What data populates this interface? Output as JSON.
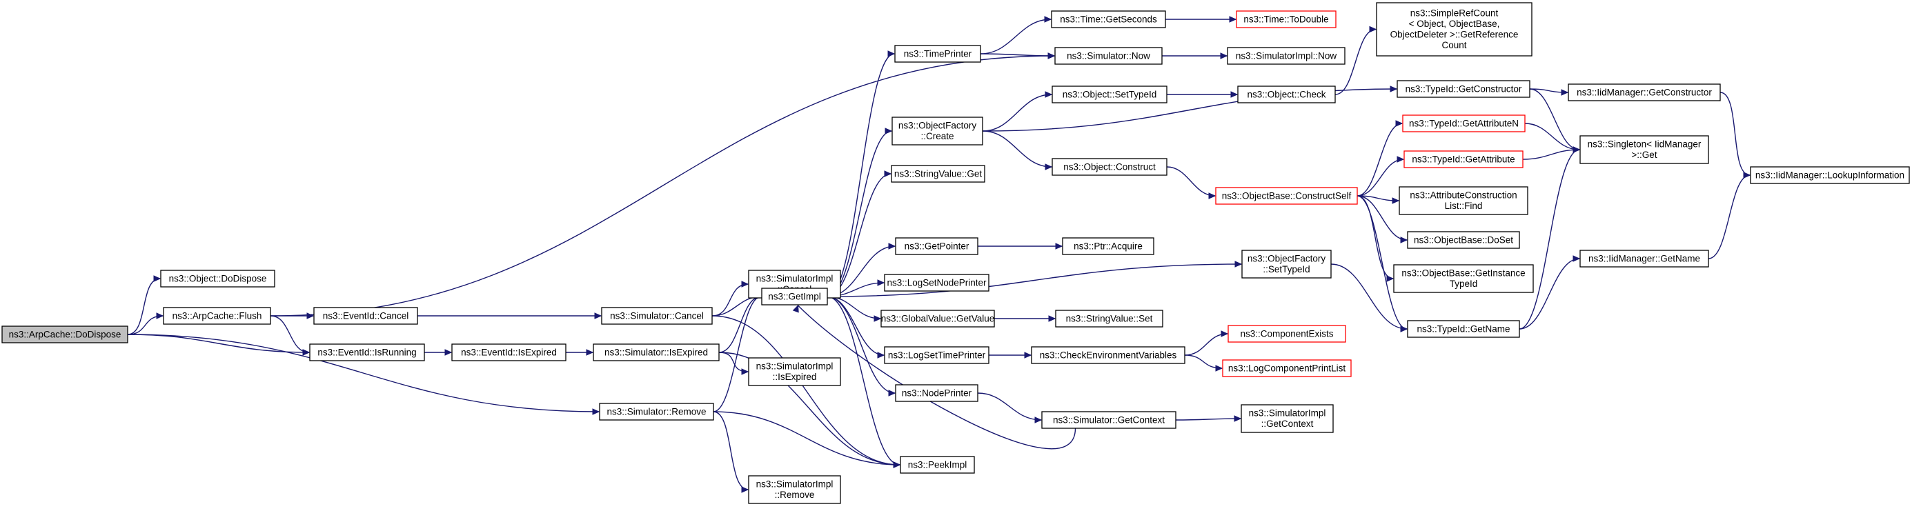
{
  "nodes": [
    {
      "id": "n_root",
      "lines": [
        "ns3::ArpCache::DoDispose"
      ],
      "style": "root"
    },
    {
      "id": "n_objdispose",
      "lines": [
        "ns3::Object::DoDispose"
      ]
    },
    {
      "id": "n_flush",
      "lines": [
        "ns3::ArpCache::Flush"
      ]
    },
    {
      "id": "n_evcancel",
      "lines": [
        "ns3::EventId::Cancel"
      ]
    },
    {
      "id": "n_evrunning",
      "lines": [
        "ns3::EventId::IsRunning"
      ]
    },
    {
      "id": "n_evexpired",
      "lines": [
        "ns3::EventId::IsExpired"
      ]
    },
    {
      "id": "n_simcancel",
      "lines": [
        "ns3::Simulator::Cancel"
      ]
    },
    {
      "id": "n_simisexp",
      "lines": [
        "ns3::Simulator::IsExpired"
      ]
    },
    {
      "id": "n_simremove",
      "lines": [
        "ns3::Simulator::Remove"
      ]
    },
    {
      "id": "n_implcancel",
      "lines": [
        "ns3::SimulatorImpl",
        "::Cancel"
      ]
    },
    {
      "id": "n_getimpl",
      "lines": [
        "ns3::GetImpl"
      ]
    },
    {
      "id": "n_implisexp",
      "lines": [
        "ns3::SimulatorImpl",
        "::IsExpired"
      ]
    },
    {
      "id": "n_implremove",
      "lines": [
        "ns3::SimulatorImpl",
        "::Remove"
      ]
    },
    {
      "id": "n_timeprinter",
      "lines": [
        "ns3::TimePrinter"
      ]
    },
    {
      "id": "n_ofcreate",
      "lines": [
        "ns3::ObjectFactory",
        "::Create"
      ]
    },
    {
      "id": "n_strget",
      "lines": [
        "ns3::StringValue::Get"
      ]
    },
    {
      "id": "n_getpointer",
      "lines": [
        "ns3::GetPointer"
      ]
    },
    {
      "id": "n_logsetnode",
      "lines": [
        "ns3::LogSetNodePrinter"
      ]
    },
    {
      "id": "n_gvget",
      "lines": [
        "ns3::GlobalValue::GetValue"
      ]
    },
    {
      "id": "n_logsettime",
      "lines": [
        "ns3::LogSetTimePrinter"
      ]
    },
    {
      "id": "n_nodeprinter",
      "lines": [
        "ns3::NodePrinter"
      ]
    },
    {
      "id": "n_peekimpl",
      "lines": [
        "ns3::PeekImpl"
      ]
    },
    {
      "id": "n_timegetsec",
      "lines": [
        "ns3::Time::GetSeconds"
      ]
    },
    {
      "id": "n_simnow",
      "lines": [
        "ns3::Simulator::Now"
      ]
    },
    {
      "id": "n_objsettid",
      "lines": [
        "ns3::Object::SetTypeId"
      ]
    },
    {
      "id": "n_objconstruct",
      "lines": [
        "ns3::Object::Construct"
      ]
    },
    {
      "id": "n_ptracquire",
      "lines": [
        "ns3::Ptr::Acquire"
      ]
    },
    {
      "id": "n_strset",
      "lines": [
        "ns3::StringValue::Set"
      ]
    },
    {
      "id": "n_checkenv",
      "lines": [
        "ns3::CheckEnvironmentVariables"
      ]
    },
    {
      "id": "n_simgetctx",
      "lines": [
        "ns3::Simulator::GetContext"
      ]
    },
    {
      "id": "n_timetodouble",
      "lines": [
        "ns3::Time::ToDouble"
      ],
      "style": "ext"
    },
    {
      "id": "n_implnow",
      "lines": [
        "ns3::SimulatorImpl::Now"
      ]
    },
    {
      "id": "n_objcheck",
      "lines": [
        "ns3::Object::Check"
      ]
    },
    {
      "id": "n_obconstructself",
      "lines": [
        "ns3::ObjectBase::ConstructSelf"
      ],
      "style": "ext"
    },
    {
      "id": "n_ofsettid",
      "lines": [
        "ns3::ObjectFactory",
        "::SetTypeId"
      ]
    },
    {
      "id": "n_compexists",
      "lines": [
        "ns3::ComponentExists"
      ],
      "style": "ext"
    },
    {
      "id": "n_logcompprint",
      "lines": [
        "ns3::LogComponentPrintList"
      ],
      "style": "ext"
    },
    {
      "id": "n_implgetctx",
      "lines": [
        "ns3::SimulatorImpl",
        "::GetContext"
      ]
    },
    {
      "id": "n_simplerefcount",
      "lines": [
        "ns3::SimpleRefCount",
        "< Object, ObjectBase,",
        "ObjectDeleter >::GetReference",
        "Count"
      ]
    },
    {
      "id": "n_tidgetctor",
      "lines": [
        "ns3::TypeId::GetConstructor"
      ]
    },
    {
      "id": "n_tidgetattrn",
      "lines": [
        "ns3::TypeId::GetAttributeN"
      ],
      "style": "ext"
    },
    {
      "id": "n_tidgetattr",
      "lines": [
        "ns3::TypeId::GetAttribute"
      ],
      "style": "ext"
    },
    {
      "id": "n_attrfind",
      "lines": [
        "ns3::AttributeConstruction",
        "List::Find"
      ]
    },
    {
      "id": "n_obdoset",
      "lines": [
        "ns3::ObjectBase::DoSet"
      ]
    },
    {
      "id": "n_obgetinst",
      "lines": [
        "ns3::ObjectBase::GetInstance",
        "TypeId"
      ]
    },
    {
      "id": "n_tidgetname",
      "lines": [
        "ns3::TypeId::GetName"
      ]
    },
    {
      "id": "n_iidgetctor",
      "lines": [
        "ns3::IidManager::GetConstructor"
      ]
    },
    {
      "id": "n_singletonget",
      "lines": [
        "ns3::Singleton< IidManager",
        ">::Get"
      ]
    },
    {
      "id": "n_iidgetname",
      "lines": [
        "ns3::IidManager::GetName"
      ]
    },
    {
      "id": "n_iidlookup",
      "lines": [
        "ns3::IidManager::LookupInformation"
      ]
    }
  ],
  "edges": [
    [
      "n_root",
      "n_objdispose"
    ],
    [
      "n_root",
      "n_flush"
    ],
    [
      "n_root",
      "n_evrunning"
    ],
    [
      "n_root",
      "n_simremove"
    ],
    [
      "n_flush",
      "n_evcancel"
    ],
    [
      "n_flush",
      "n_evrunning"
    ],
    [
      "n_flush",
      "n_simnow"
    ],
    [
      "n_evcancel",
      "n_simcancel"
    ],
    [
      "n_evrunning",
      "n_evexpired"
    ],
    [
      "n_evexpired",
      "n_simisexp"
    ],
    [
      "n_simcancel",
      "n_implcancel"
    ],
    [
      "n_simcancel",
      "n_getimpl"
    ],
    [
      "n_simcancel",
      "n_peekimpl"
    ],
    [
      "n_simisexp",
      "n_getimpl"
    ],
    [
      "n_simisexp",
      "n_implisexp"
    ],
    [
      "n_simisexp",
      "n_peekimpl"
    ],
    [
      "n_simremove",
      "n_getimpl"
    ],
    [
      "n_simremove",
      "n_peekimpl"
    ],
    [
      "n_simremove",
      "n_implremove"
    ],
    [
      "n_getimpl",
      "n_timeprinter"
    ],
    [
      "n_getimpl",
      "n_ofcreate"
    ],
    [
      "n_getimpl",
      "n_strget"
    ],
    [
      "n_getimpl",
      "n_ofsettid"
    ],
    [
      "n_getimpl",
      "n_getpointer"
    ],
    [
      "n_getimpl",
      "n_logsetnode"
    ],
    [
      "n_getimpl",
      "n_gvget"
    ],
    [
      "n_getimpl",
      "n_logsettime"
    ],
    [
      "n_getimpl",
      "n_nodeprinter"
    ],
    [
      "n_getimpl",
      "n_peekimpl"
    ],
    [
      "n_timeprinter",
      "n_timegetsec"
    ],
    [
      "n_timeprinter",
      "n_simnow"
    ],
    [
      "n_ofcreate",
      "n_objsettid"
    ],
    [
      "n_ofcreate",
      "n_objconstruct"
    ],
    [
      "n_ofcreate",
      "n_tidgetctor"
    ],
    [
      "n_getpointer",
      "n_ptracquire"
    ],
    [
      "n_gvget",
      "n_strset"
    ],
    [
      "n_logsettime",
      "n_checkenv"
    ],
    [
      "n_nodeprinter",
      "n_simgetctx"
    ],
    [
      "n_timegetsec",
      "n_timetodouble"
    ],
    [
      "n_simnow",
      "n_implnow"
    ],
    [
      "n_objsettid",
      "n_objcheck"
    ],
    [
      "n_objcheck",
      "n_simplerefcount"
    ],
    [
      "n_objconstruct",
      "n_obconstructself"
    ],
    [
      "n_checkenv",
      "n_compexists"
    ],
    [
      "n_checkenv",
      "n_logcompprint"
    ],
    [
      "n_simgetctx",
      "n_implgetctx"
    ],
    [
      "n_simgetctx",
      "n_getimpl"
    ],
    [
      "n_ofsettid",
      "n_tidgetname"
    ],
    [
      "n_obconstructself",
      "n_tidgetattrn"
    ],
    [
      "n_obconstructself",
      "n_tidgetattr"
    ],
    [
      "n_obconstructself",
      "n_attrfind"
    ],
    [
      "n_obconstructself",
      "n_obdoset"
    ],
    [
      "n_obconstructself",
      "n_obgetinst"
    ],
    [
      "n_obconstructself",
      "n_tidgetname"
    ],
    [
      "n_tidgetctor",
      "n_iidgetctor"
    ],
    [
      "n_tidgetctor",
      "n_singletonget"
    ],
    [
      "n_tidgetattrn",
      "n_singletonget"
    ],
    [
      "n_tidgetattr",
      "n_singletonget"
    ],
    [
      "n_tidgetname",
      "n_singletonget"
    ],
    [
      "n_tidgetname",
      "n_iidgetname"
    ],
    [
      "n_iidgetctor",
      "n_iidlookup"
    ],
    [
      "n_iidgetname",
      "n_iidlookup"
    ]
  ],
  "colors": {
    "edge": "#191970",
    "box_border": "#000000",
    "external_border": "#ff0000",
    "root_fill": "#bfbfbf"
  }
}
